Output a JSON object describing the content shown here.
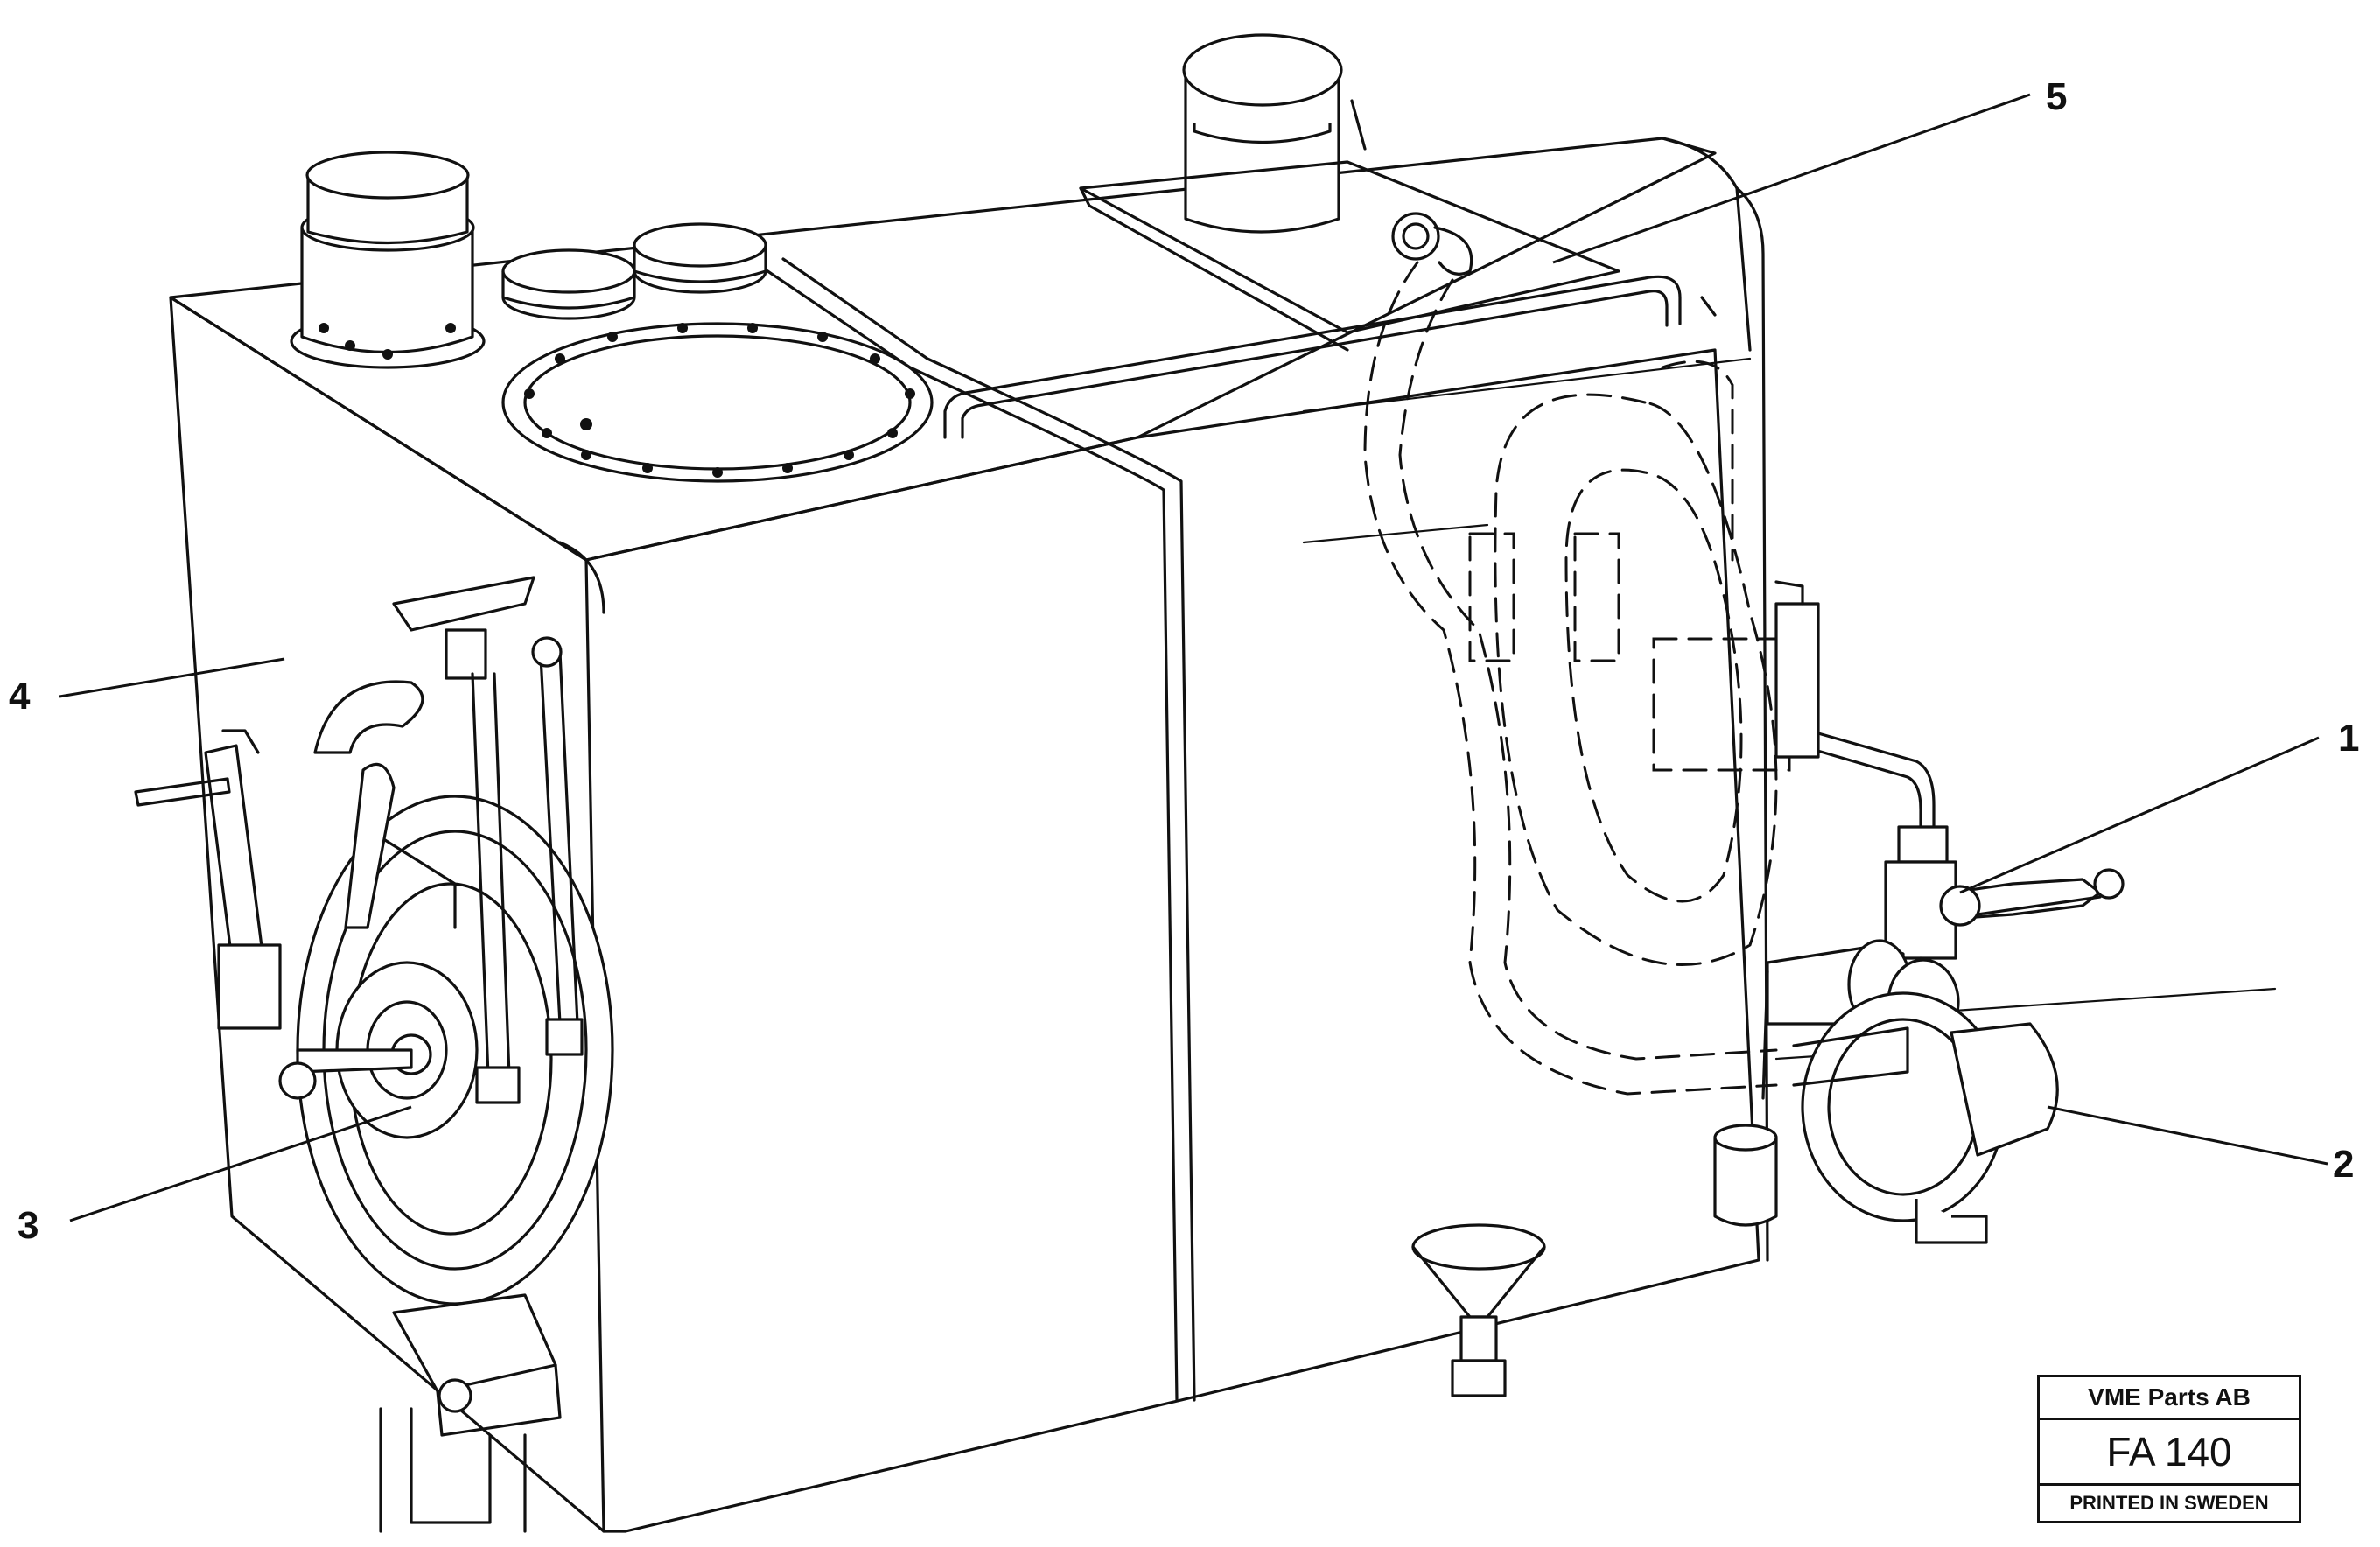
{
  "callouts": [
    {
      "id": "1",
      "text": "1"
    },
    {
      "id": "2",
      "text": "2"
    },
    {
      "id": "3",
      "text": "3"
    },
    {
      "id": "4",
      "text": "4"
    },
    {
      "id": "5",
      "text": "5"
    }
  ],
  "stamp": {
    "company": "VME Parts AB",
    "code": "FA 140",
    "printed": "PRINTED IN SWEDEN"
  }
}
